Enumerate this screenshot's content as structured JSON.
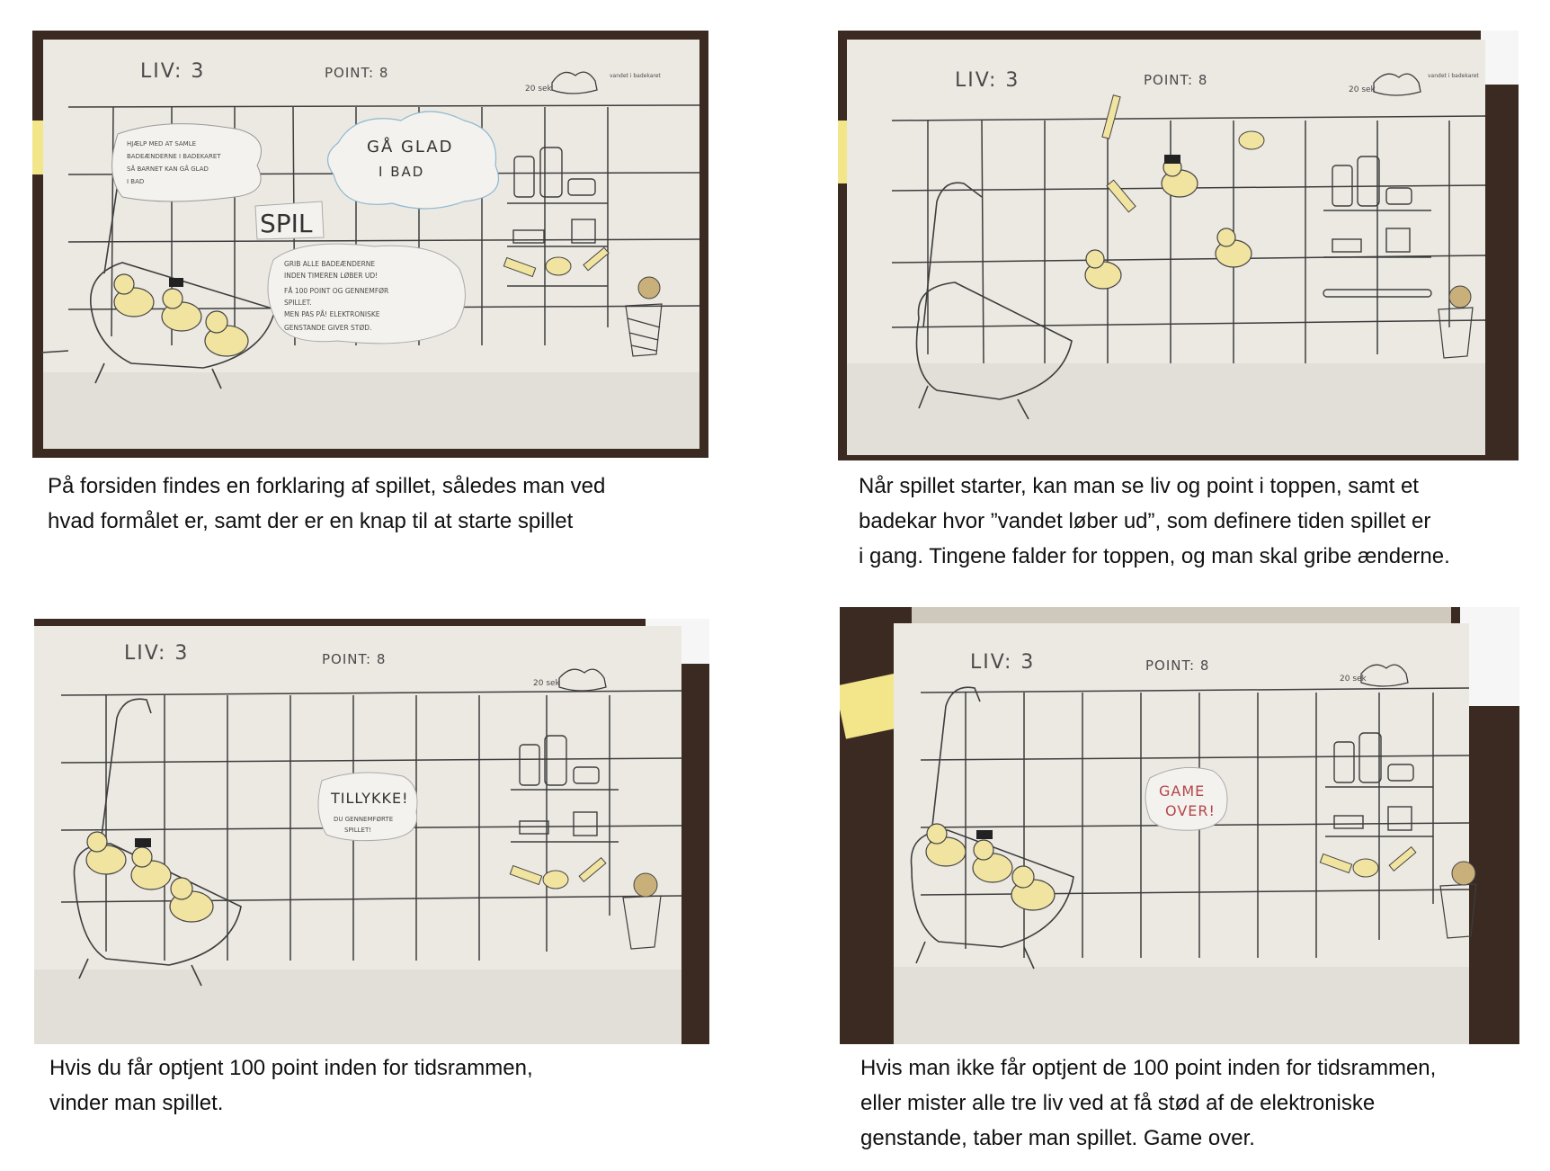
{
  "hud": {
    "lives": "LIV: 3",
    "points": "POINT: 8",
    "tub_icon_label": "20 sek",
    "tub_note": "vandet i badekaret"
  },
  "panel1": {
    "help_text": [
      "HJÆLP MED AT SAMLE",
      "BADEÆNDERNE I BADEKARET",
      "SÅ BARNET KAN GÅ GLAD",
      "I BAD"
    ],
    "title": [
      "GÅ GLAD",
      "I BAD"
    ],
    "start_button": "SPIL",
    "rules": [
      "GRIB ALLE BADEÆNDERNE",
      "INDEN TIMEREN LØBER UD!",
      "FÅ 100 POINT OG GENNEMFØR",
      "SPILLET.",
      "MEN PAS PÅ! ELEKTRONISKE",
      "GENSTANDE GIVER STØD."
    ]
  },
  "panel3": {
    "win_title": "TILLYKKE!",
    "win_sub": [
      "DU GENNEMFØRTE",
      "SPILLET!"
    ]
  },
  "panel4": {
    "lose_text": [
      "GAME",
      "OVER!"
    ]
  },
  "captions": {
    "c1": [
      "På forsiden findes en forklaring af spillet, således man ved",
      "hvad formålet er, samt der er en knap til at starte spillet"
    ],
    "c2": [
      "Når spillet starter, kan man se liv og point i toppen, samt et",
      "badekar hvor ”vandet løber ud”, som definere tiden spillet er",
      "i gang. Tingene falder for toppen, og man skal gribe ænderne."
    ],
    "c3": [
      "Hvis du får optjent 100 point inden for tidsrammen,",
      "vinder man spillet."
    ],
    "c4": [
      "Hvis man ikke får optjent de 100 point inden for tidsrammen,",
      "eller mister alle tre liv ved at få stød af de elektroniske",
      "genstande, taber man spillet. Game over."
    ]
  },
  "colors": {
    "table": "#3a2a22",
    "paper": "#ece9e3",
    "ink": "#3d3d3d",
    "duck": "#f1e3a0",
    "note": "#f3e58a",
    "lose": "#b3474a"
  }
}
